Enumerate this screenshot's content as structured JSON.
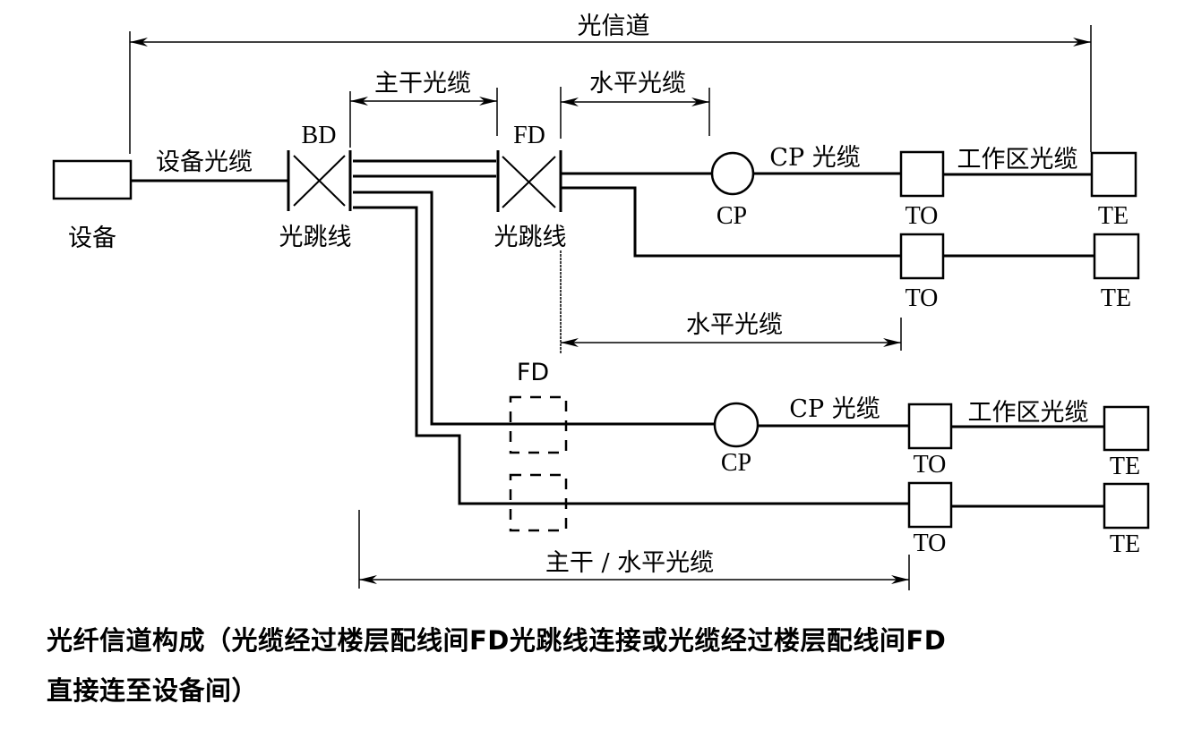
{
  "diagram": {
    "title": "光信道",
    "labels": {
      "equipment": "设备",
      "equipment_cable": "设备光缆",
      "bd": "BD",
      "bd_patch": "光跳线",
      "backbone_cable": "主干光缆",
      "fd_top": "FD",
      "fd_patch": "光跳线",
      "horizontal_cable_top": "水平光缆",
      "horizontal_cable_mid": "水平光缆",
      "fd_bottom": "FD",
      "backbone_horizontal": "主干 / 水平光缆"
    },
    "rows": [
      {
        "cp": "CP",
        "cp_cable": "CP 光缆",
        "to": "TO",
        "work_area_cable": "工作区光缆",
        "te": "TE"
      },
      {
        "to": "TO",
        "te": "TE"
      },
      {
        "cp": "CP",
        "cp_cable": "CP 光缆",
        "to": "TO",
        "work_area_cable": "工作区光缆",
        "te": "TE"
      },
      {
        "to": "TO",
        "te": "TE"
      }
    ]
  },
  "caption": {
    "line1": "光纤信道构成（光缆经过楼层配线间FD光跳线连接或光缆经过楼层配线间FD",
    "line2": "直接连至设备间）"
  }
}
